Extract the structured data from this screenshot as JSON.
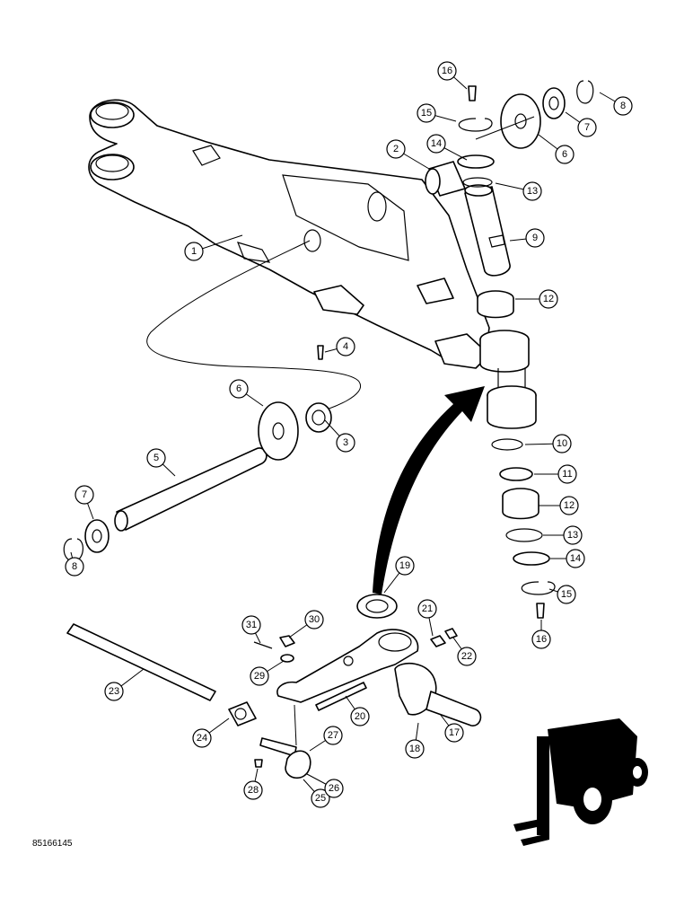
{
  "document": {
    "id": "85166145"
  },
  "callouts": [
    {
      "label": "1"
    },
    {
      "label": "2"
    },
    {
      "label": "3"
    },
    {
      "label": "4"
    },
    {
      "label": "5"
    },
    {
      "label": "6"
    },
    {
      "label": "6"
    },
    {
      "label": "7"
    },
    {
      "label": "7"
    },
    {
      "label": "8"
    },
    {
      "label": "8"
    },
    {
      "label": "9"
    },
    {
      "label": "10"
    },
    {
      "label": "11"
    },
    {
      "label": "12"
    },
    {
      "label": "12"
    },
    {
      "label": "13"
    },
    {
      "label": "13"
    },
    {
      "label": "14"
    },
    {
      "label": "14"
    },
    {
      "label": "15"
    },
    {
      "label": "15"
    },
    {
      "label": "16"
    },
    {
      "label": "16"
    },
    {
      "label": "17"
    },
    {
      "label": "18"
    },
    {
      "label": "19"
    },
    {
      "label": "20"
    },
    {
      "label": "21"
    },
    {
      "label": "22"
    },
    {
      "label": "23"
    },
    {
      "label": "24"
    },
    {
      "label": "25"
    },
    {
      "label": "26"
    },
    {
      "label": "27"
    },
    {
      "label": "28"
    },
    {
      "label": "29"
    },
    {
      "label": "30"
    },
    {
      "label": "31"
    }
  ]
}
